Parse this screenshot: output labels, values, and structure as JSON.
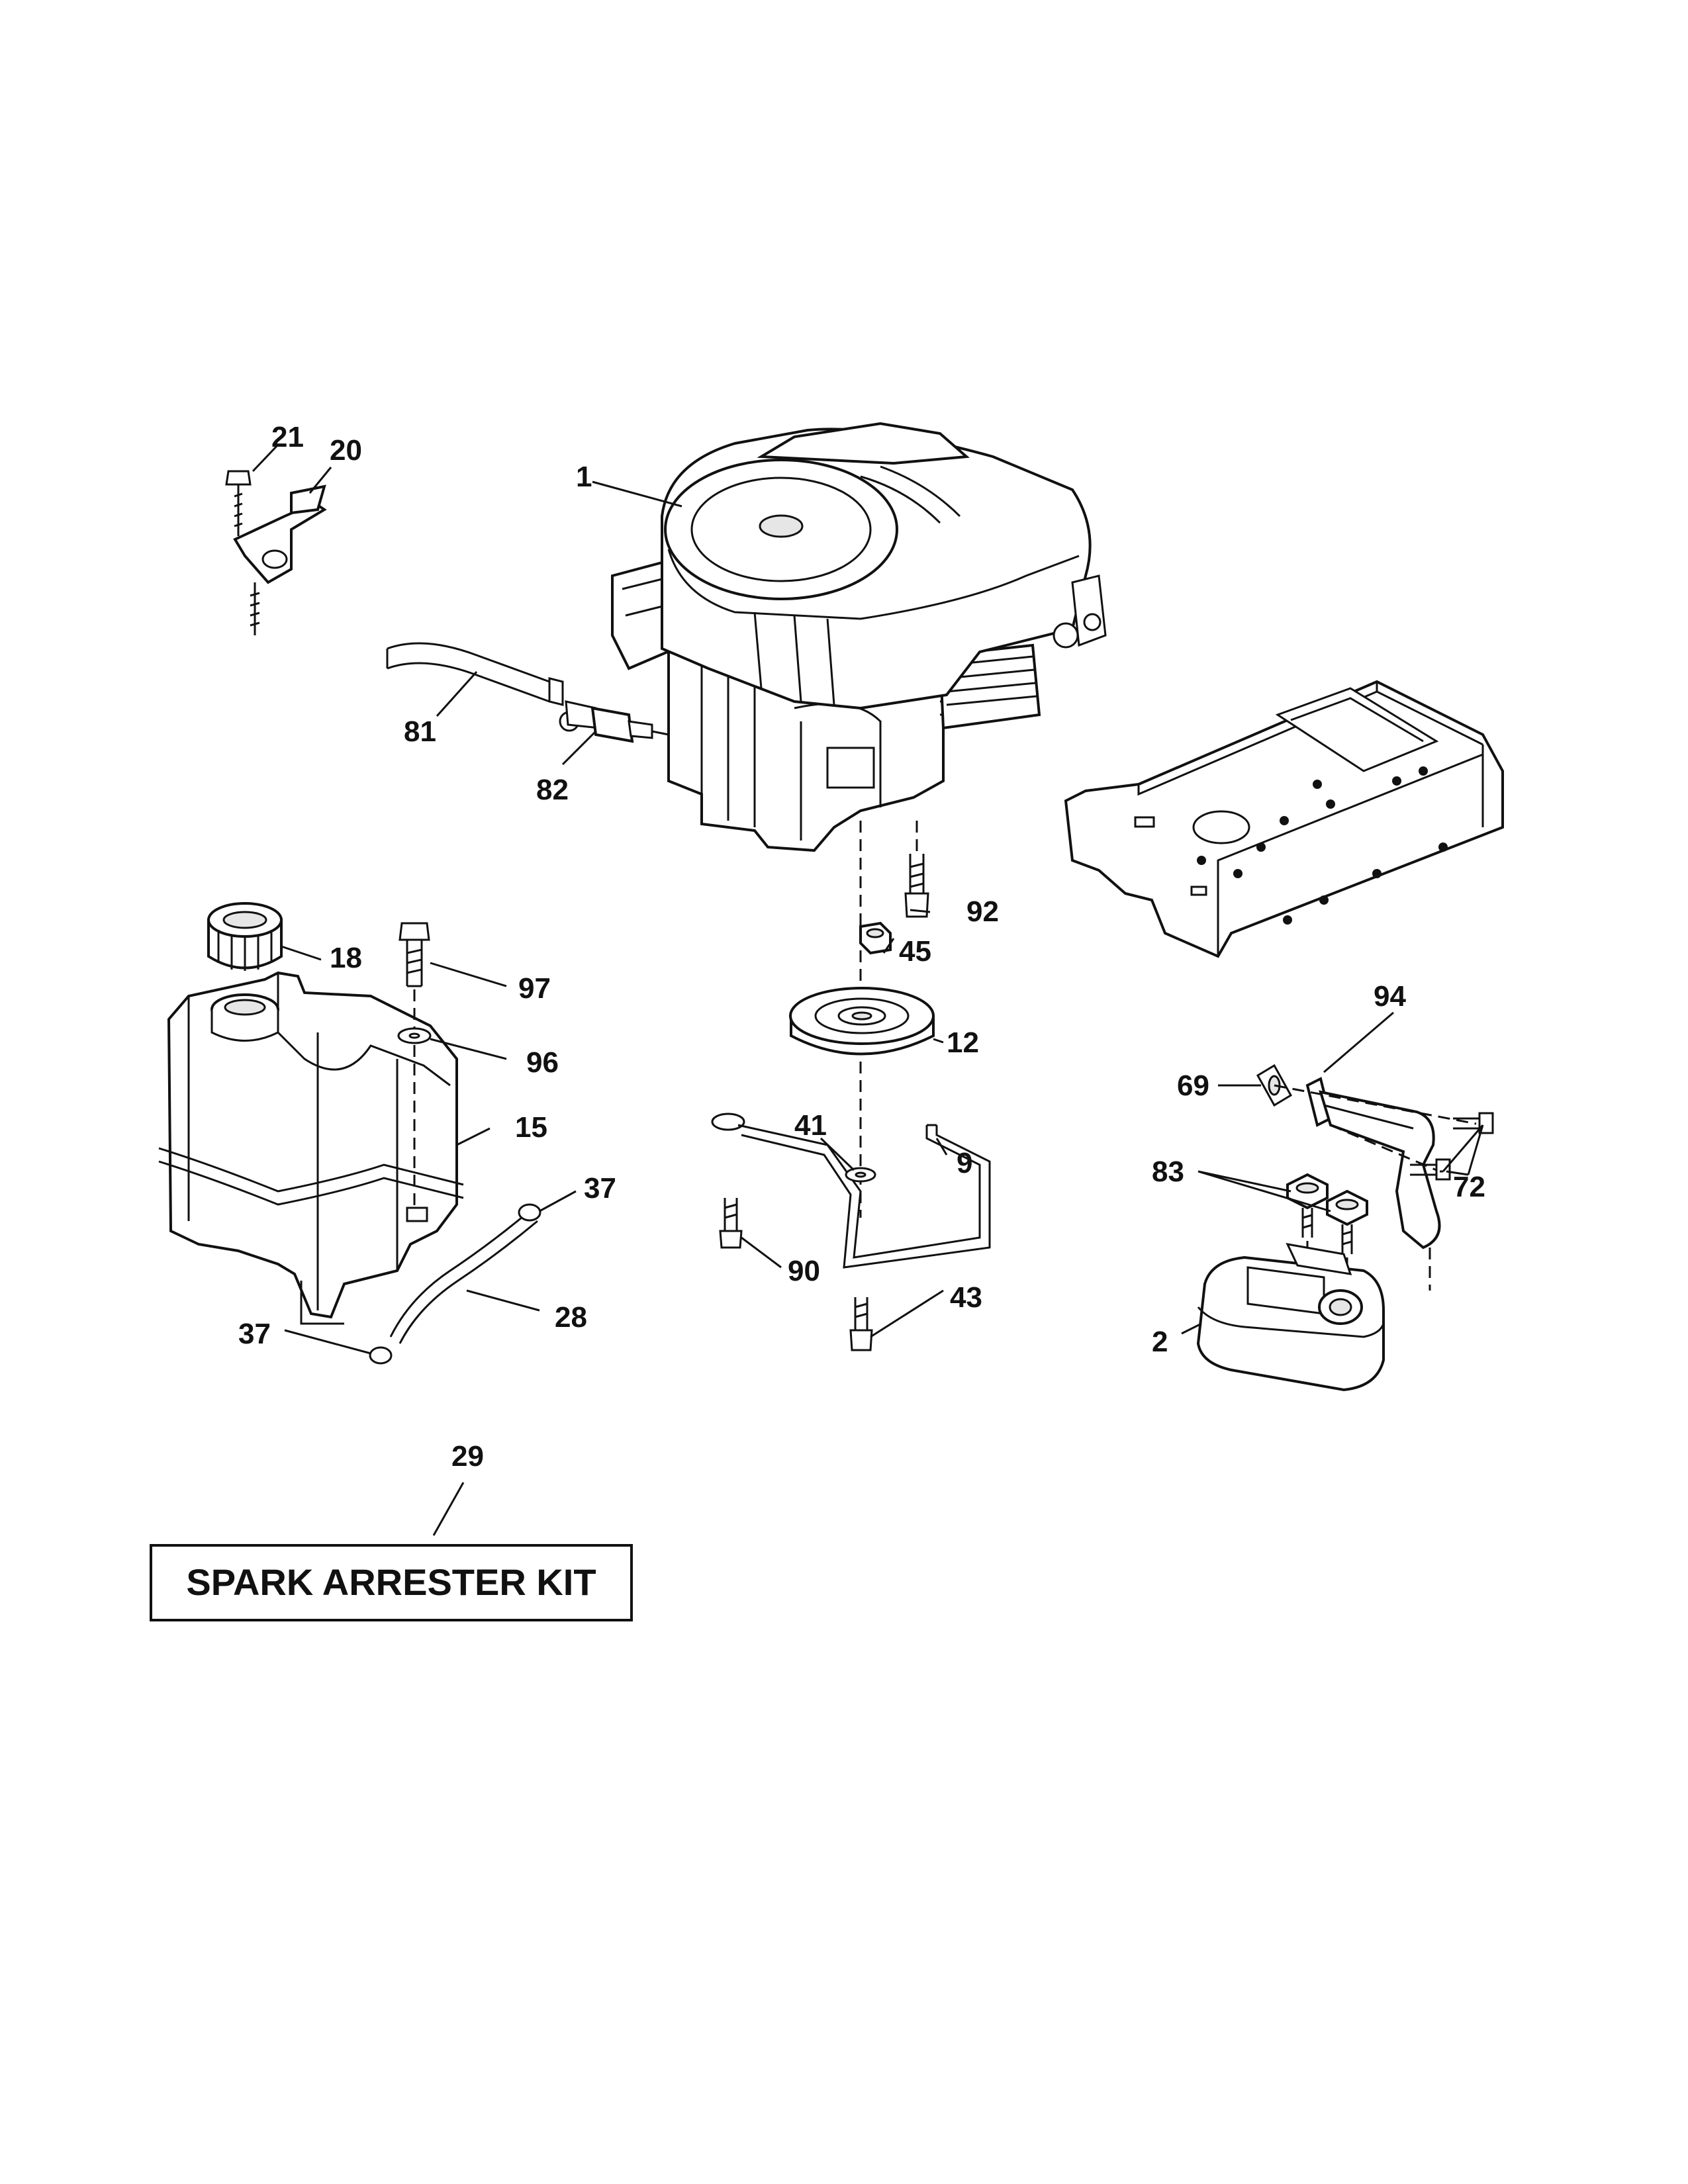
{
  "labels": {
    "p1": "1",
    "p2": "2",
    "p9": "9",
    "p12": "12",
    "p15": "15",
    "p18": "18",
    "p20": "20",
    "p21": "21",
    "p28": "28",
    "p29": "29",
    "p37a": "37",
    "p37b": "37",
    "p41": "41",
    "p43": "43",
    "p45": "45",
    "p69": "69",
    "p72": "72",
    "p81": "81",
    "p82": "82",
    "p83": "83",
    "p90": "90",
    "p92": "92",
    "p94": "94",
    "p96": "96",
    "p97": "97"
  },
  "kit_box": "SPARK ARRESTER KIT"
}
